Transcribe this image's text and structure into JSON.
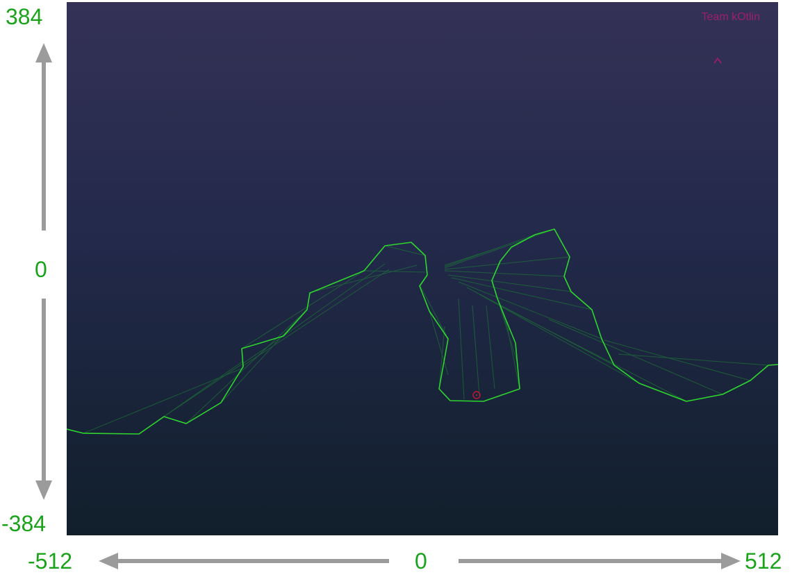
{
  "axis_labels": {
    "y_top": "384",
    "y_mid": "0",
    "y_bottom": "-384",
    "x_left": "-512",
    "x_mid": "0",
    "x_right": "512"
  },
  "game": {
    "team_name": "Team kOtlin",
    "colors": {
      "sky_top": "#343256",
      "sky_bottom": "#111f2b",
      "terrain": "#2ed62e",
      "team_text": "#9c1f6c",
      "marker": "#c01834",
      "axis": "#9b9b9b",
      "label": "#1aa31a"
    }
  }
}
